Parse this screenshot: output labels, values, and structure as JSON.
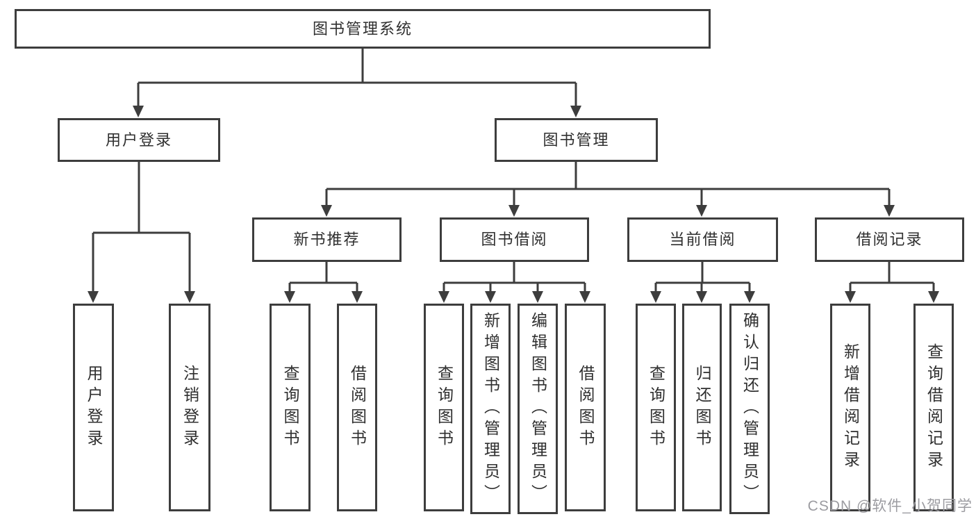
{
  "nodes": {
    "root": {
      "label": "图书管理系统"
    },
    "level2": [
      {
        "label": "用户登录"
      },
      {
        "label": "图书管理"
      }
    ],
    "level3": [
      {
        "label": "新书推荐"
      },
      {
        "label": "图书借阅"
      },
      {
        "label": "当前借阅"
      },
      {
        "label": "借阅记录"
      }
    ],
    "leaves": [
      {
        "label": "用户登录"
      },
      {
        "label": "注销登录"
      },
      {
        "label": "查询图书"
      },
      {
        "label": "借阅图书"
      },
      {
        "label": "查询图书"
      },
      {
        "label": "新增图书（管理员）"
      },
      {
        "label": "编辑图书（管理员）"
      },
      {
        "label": "借阅图书"
      },
      {
        "label": "查询图书"
      },
      {
        "label": "归还图书"
      },
      {
        "label": "确认归还（管理员）"
      },
      {
        "label": "新增借阅记录"
      },
      {
        "label": "查询借阅记录"
      }
    ]
  },
  "watermark": {
    "text": "CSDN @软件_小贺同学"
  },
  "colors": {
    "line": "#3d3d3d",
    "text": "#2f2f2f",
    "watermark": "#9c9ca1",
    "background": "#ffffff"
  }
}
